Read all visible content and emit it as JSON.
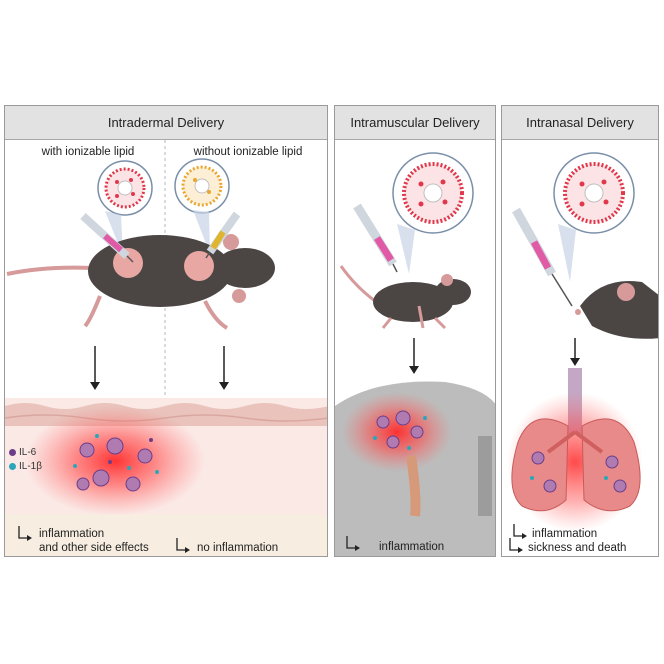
{
  "panels": {
    "intradermal": {
      "title": "Intradermal Delivery",
      "left_sub": "with ionizable lipid",
      "right_sub": "without ionizable lipid",
      "left_caption_1": "inflammation",
      "left_caption_2": "and other side effects",
      "right_caption": "no inflammation",
      "legend": {
        "il6": "IL-6",
        "il1b": "IL-1β"
      }
    },
    "intramuscular": {
      "title": "Intramuscular Delivery",
      "caption": "inflammation"
    },
    "intranasal": {
      "title": "Intranasal Delivery",
      "caption_1": "inflammation",
      "caption_2": "sickness and death"
    }
  },
  "colors": {
    "il6": "#6b3d8a",
    "il1b": "#2aa6b8",
    "inflammation": "#ff3b3b",
    "mouse": "#4b4644",
    "particle_red": "#e0384a",
    "particle_yellow": "#e9a62e"
  }
}
